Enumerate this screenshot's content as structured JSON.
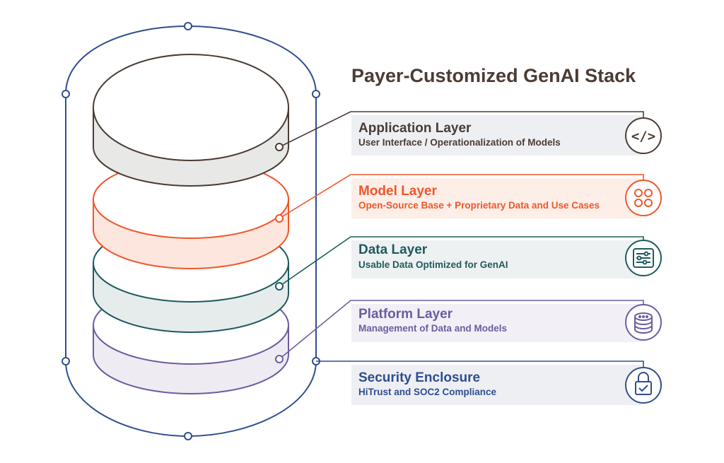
{
  "title": "Payer-Customized GenAI Stack",
  "colors": {
    "title": "#4a3c34",
    "enclosure": "#2f4e8f",
    "panel_bg": "#eeeff3"
  },
  "layers": [
    {
      "title": "Application Layer",
      "subtitle": "User Interface / Operationalization of Models",
      "color": "#4a3c34",
      "fill": "#e8e8e6",
      "icon": "code-icon",
      "icon_text": "</>"
    },
    {
      "title": "Model Layer",
      "subtitle": "Open-Source Base + Proprietary Data and Use Cases",
      "color": "#f0572a",
      "fill": "#fde6dd",
      "icon": "model-nodes-icon"
    },
    {
      "title": "Data Layer",
      "subtitle": "Usable Data Optimized for GenAI",
      "color": "#1e5a60",
      "fill": "#e6ecec",
      "icon": "sliders-icon"
    },
    {
      "title": "Platform Layer",
      "subtitle": "Management of Data and Models",
      "color": "#6e5ba0",
      "fill": "#eeebf3",
      "icon": "stack-icon"
    },
    {
      "title": "Security Enclosure",
      "subtitle": "HiTrust and SOC2 Compliance",
      "color": "#2f4e8f",
      "fill": "#eeeff3",
      "icon": "lock-icon"
    }
  ]
}
